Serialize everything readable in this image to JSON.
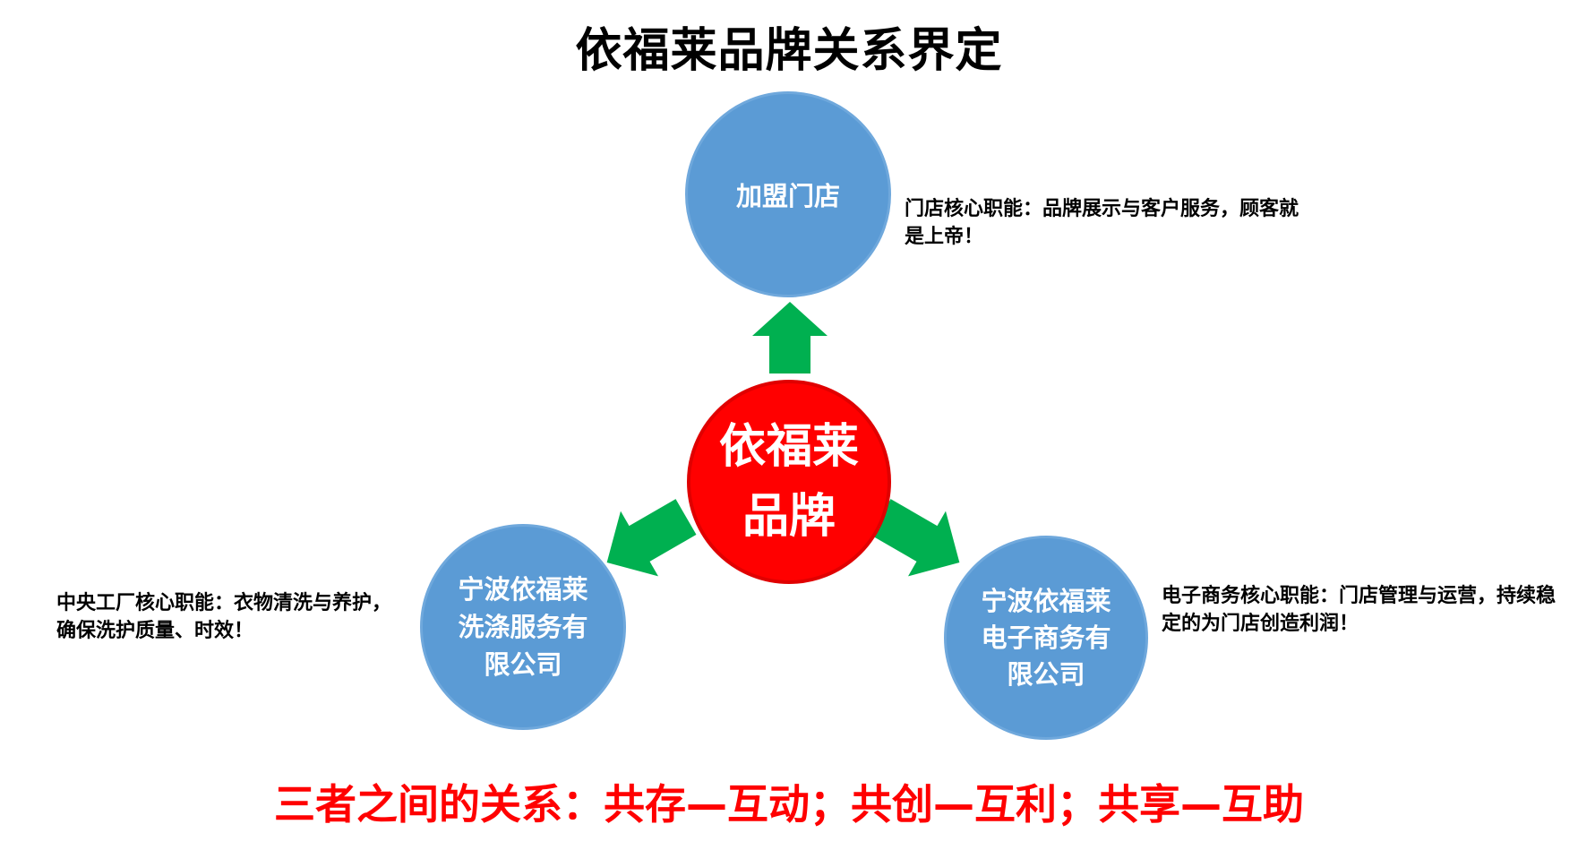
{
  "title": "依福莱品牌关系界定",
  "colors": {
    "circle_blue": "#5b9bd5",
    "circle_red": "#ff0000",
    "arrow_green": "#00b050",
    "footer_red": "#ff0000"
  },
  "nodes": {
    "core": "依福莱\n品牌",
    "store": "加盟门店",
    "factory": "宁波依福莱\n洗涤服务有\n限公司",
    "ecommerce": "宁波依福莱\n电子商务有\n限公司"
  },
  "descriptions": {
    "store": "门店核心职能：品牌展示与客户服务，顾客就是上帝！",
    "factory": "中央工厂核心职能：衣物清洗与养护，确保洗护质量、时效！",
    "ecommerce": "电子商务核心职能：门店管理与运营，持续稳定的为门店创造利润！"
  },
  "footer": "三者之间的关系：共存—互动；共创—互利；共享—互助"
}
